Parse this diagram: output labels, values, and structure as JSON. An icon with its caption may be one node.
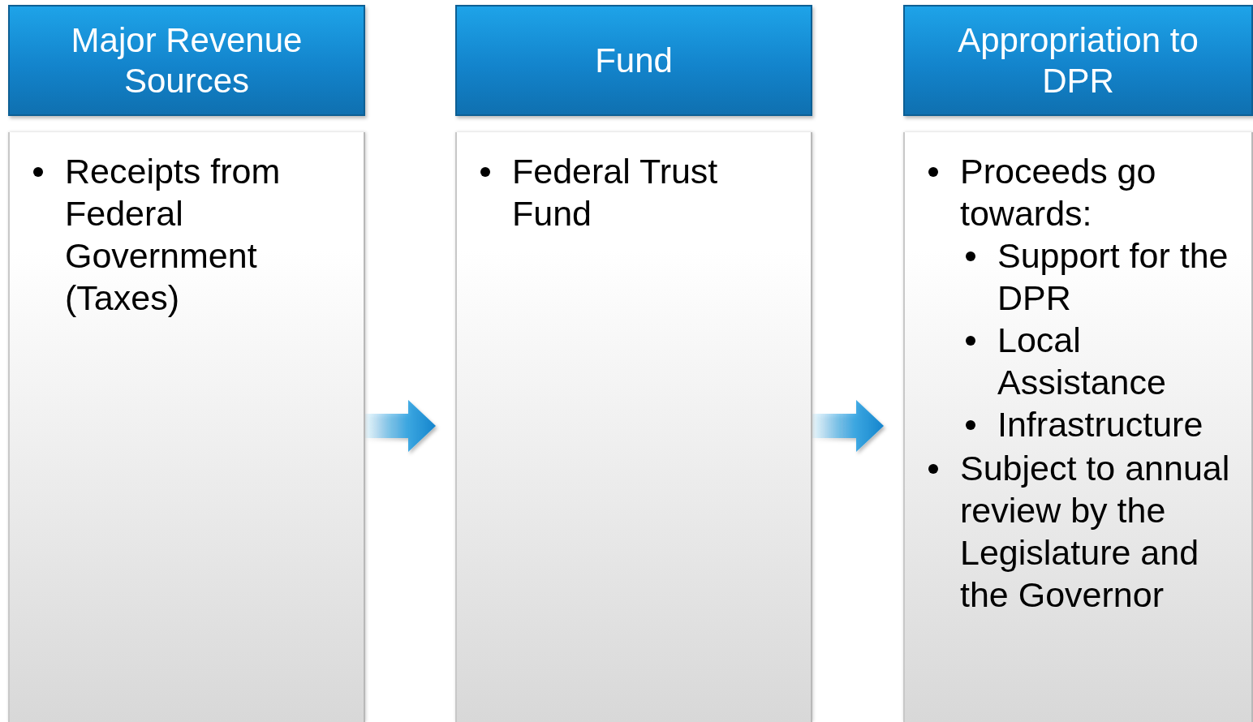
{
  "diagram": {
    "nodes": [
      {
        "text": [
          "Major Revenue Sources"
        ]
      },
      {
        "text": [
          "Receipts from Federal Government (Taxes)"
        ]
      },
      {
        "text": [
          "Fund"
        ]
      },
      {
        "text": [
          "Federal Trust Fund"
        ]
      },
      {
        "text": [
          "Appropriation to DPR"
        ]
      },
      {
        "text": [
          "Proceeds go towards:",
          "Support for the DPR",
          "Local Assistance",
          "Infrastructure",
          "Subject to annual review by the Legislature and the Governor"
        ]
      }
    ],
    "edges": [
      {
        "from": 1,
        "to": 3,
        "arrow": "to"
      },
      {
        "from": 3,
        "to": 5,
        "arrow": "to"
      }
    ]
  }
}
